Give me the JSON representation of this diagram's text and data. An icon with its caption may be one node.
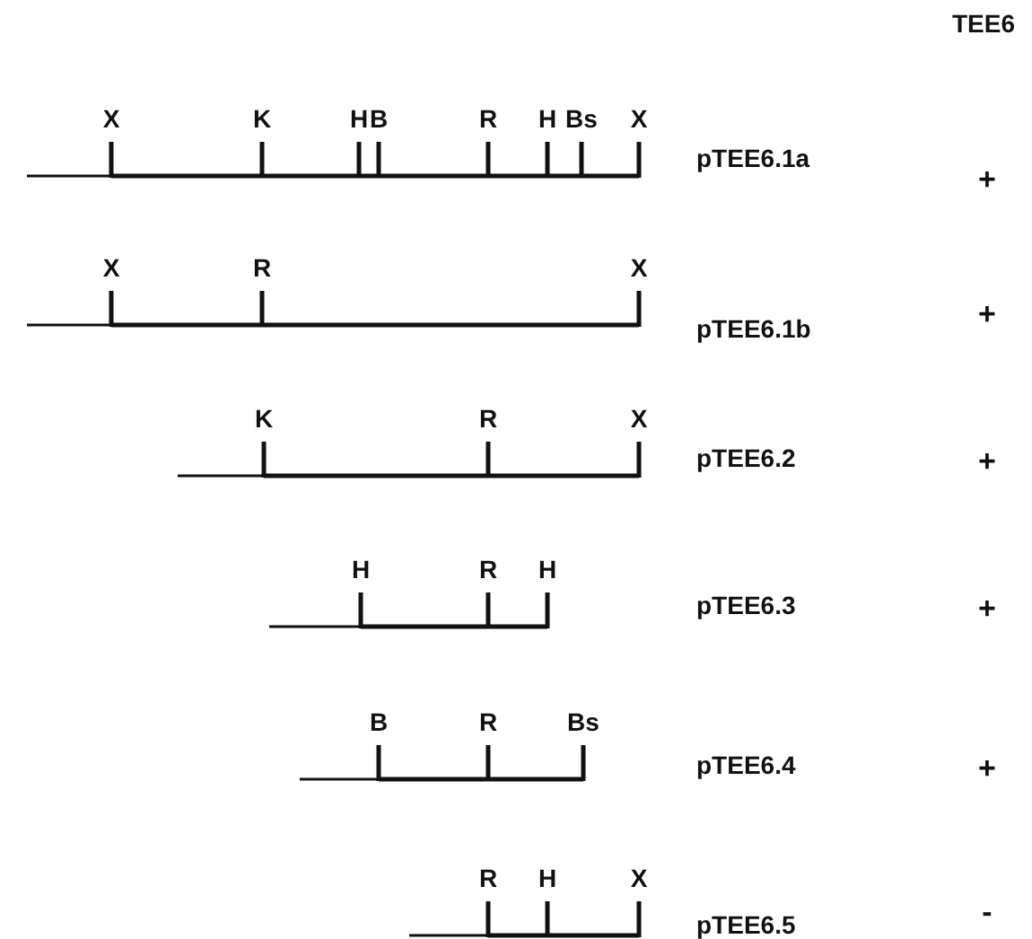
{
  "diagram": {
    "labels": [
      "TEE6",
      "X",
      "K",
      "H",
      "B",
      "R",
      "H",
      "Bs",
      "X",
      "pTEE6.1a",
      "+",
      "X",
      "R",
      "X",
      "pTEE6.1b",
      "+",
      "K",
      "R",
      "X",
      "pTEE6.2",
      "+",
      "H",
      "R",
      "H",
      "pTEE6.3",
      "+",
      "B",
      "R",
      "Bs",
      "pTEE6.4",
      "+",
      "R",
      "H",
      "X",
      "pTEE6.5",
      "-"
    ]
  }
}
